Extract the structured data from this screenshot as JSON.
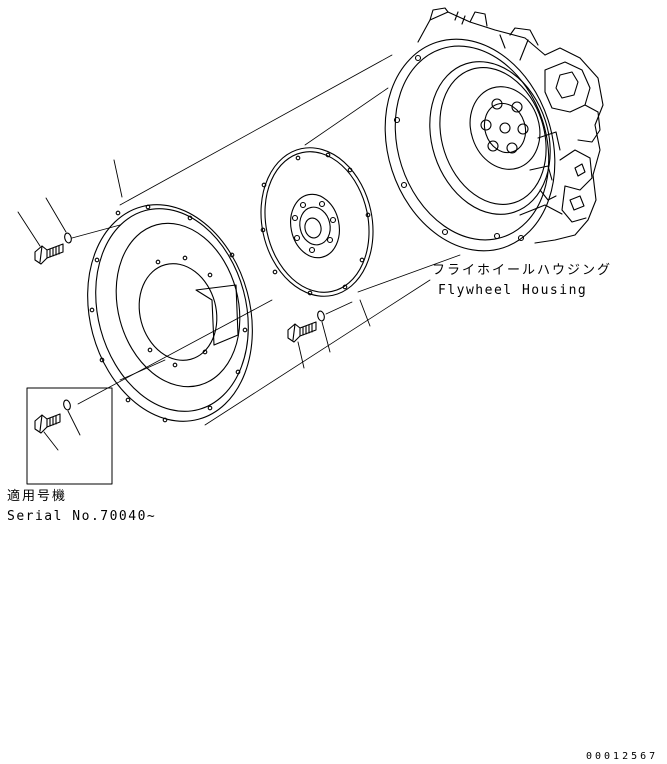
{
  "labels": {
    "housing_jp": "フライホイールハウジング",
    "housing_en": "Flywheel Housing",
    "serial_jp": "適用号機",
    "serial_en": "Serial No.70040~",
    "drawing_code": "00012567"
  }
}
